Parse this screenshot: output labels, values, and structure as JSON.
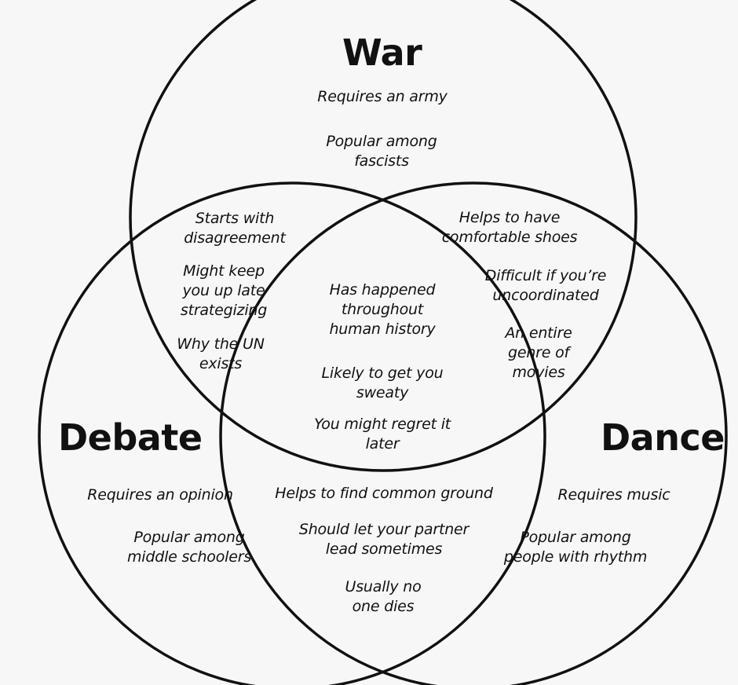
{
  "sets": {
    "war": {
      "title": "War",
      "items": [
        "Requires an army",
        "Popular among\nfascists"
      ]
    },
    "debate": {
      "title": "Debate",
      "items": [
        "Requires an opinion",
        "Popular among\nmiddle schoolers"
      ]
    },
    "dance": {
      "title": "Dance",
      "items": [
        "Requires music",
        "Popular among\npeople with rhythm"
      ]
    }
  },
  "overlaps": {
    "war_debate": [
      "Starts with\ndisagreement",
      "Might keep\nyou up late\nstrategizing",
      "Why the UN\nexists"
    ],
    "war_dance": [
      "Helps to have\ncomfortable shoes",
      "Difficult if you’re\nuncoordinated",
      "An entire\ngenre of\nmovies"
    ],
    "debate_dance": [
      "Helps to find common ground",
      "Should let your partner\nlead sometimes",
      "Usually no\none dies"
    ],
    "all_three": [
      "Has happened\nthroughout\nhuman history",
      "Likely to get you\nsweaty",
      "You might regret it\nlater"
    ]
  }
}
